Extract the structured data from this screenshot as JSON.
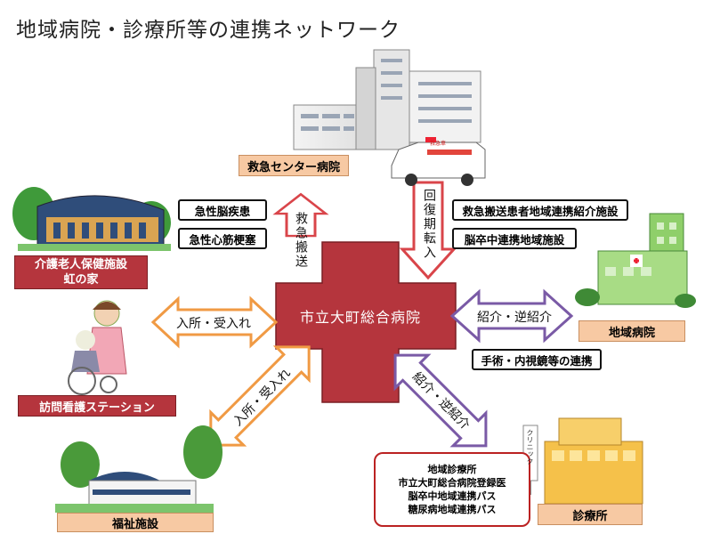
{
  "title": "地域病院・診療所等の連携ネットワーク",
  "center": {
    "label": "市立大町総合病院"
  },
  "nodes": {
    "emergency": "救急センター病院",
    "care_facility": "介護老人保健施設\n虹の家",
    "nursing_station": "訪問看護ステーション",
    "welfare": "福祉施設",
    "regional_hospital": "地域病院",
    "clinic": "診療所"
  },
  "arrows": {
    "kyukyu": "救急搬送",
    "kaifuku": "回復期転入",
    "nyusho1": "入所・受入れ",
    "nyusho2": "入所・受入れ",
    "shokai1": "紹介・逆紹介",
    "shokai2": "紹介・逆紹介"
  },
  "notes": {
    "stroke": "急性脳疾患",
    "mi": "急性心筋梗塞",
    "emergency_facility": "救急搬送患者地域連携紹介施設",
    "stroke_facility": "脳卒中連携地域施設",
    "surgery": "手術・内視鏡等の連携"
  },
  "clinic_box": {
    "lines": [
      "地域診療所",
      "市立大町総合病院登録医",
      "脳卒中地域連携パス",
      "糖尿病地域連携パス"
    ]
  },
  "signs": {
    "ambulance": "救急車",
    "clinic_sign": "クリニック"
  },
  "colors": {
    "cross": "#b5353d",
    "orange_arrow": "#f09a44",
    "red_arrow": "#d9454a",
    "purple_arrow": "#7a5aa6",
    "peach": "#f7c9a3",
    "maroon": "#b5353d"
  }
}
